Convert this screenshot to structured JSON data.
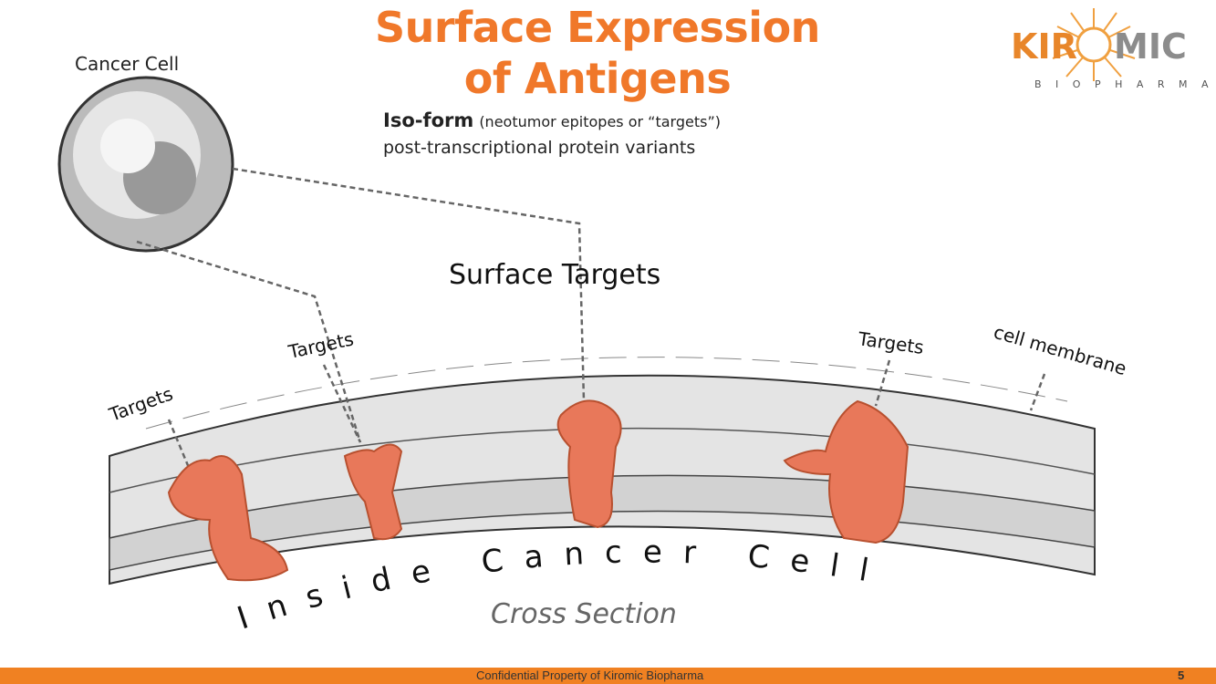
{
  "title_line1": "Surface Expression",
  "title_line2": "of Antigens",
  "subtitle_bold": "Iso-form",
  "subtitle_paren": "(neotumor epitopes or “targets”)",
  "subtitle_line2": "post-transcriptional protein variants",
  "cancer_cell_label": "Cancer Cell",
  "surface_targets_label": "Surface Targets",
  "targets_labels": [
    "Targets",
    "Targets",
    "Targets"
  ],
  "cell_membrane_label": "cell membrane",
  "inside_label": "I n s i d e   C a n c e r   C e l l",
  "cross_section_label": "Cross Section",
  "logo": {
    "name": "KIROMIC",
    "tagline": "B I O P H A R M A"
  },
  "footer": {
    "text": "Confidential Property of Kiromic Biopharma",
    "page": "5"
  },
  "colors": {
    "accent": "#F08122",
    "title": "#F0782A",
    "protein": "#E8785A"
  }
}
